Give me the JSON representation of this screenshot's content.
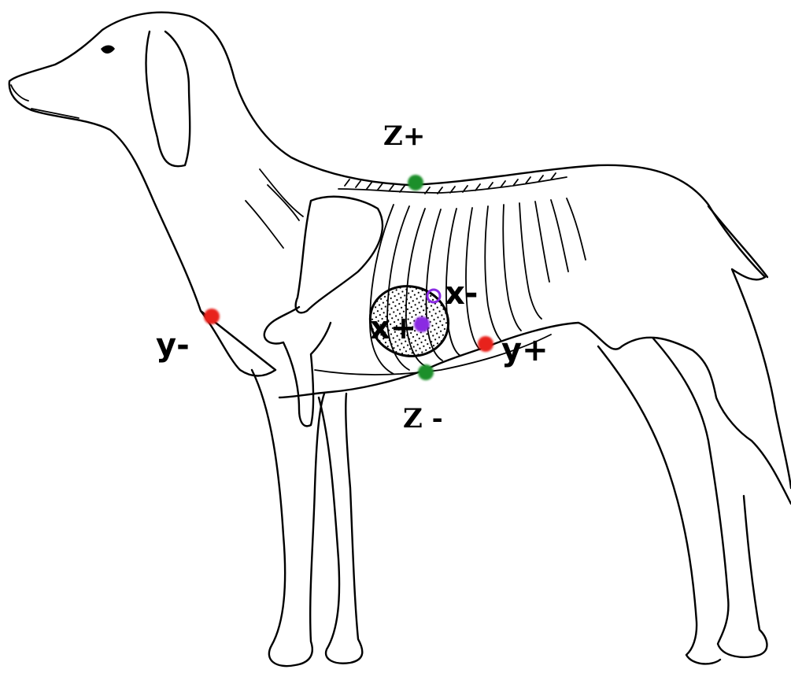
{
  "labels": {
    "z_plus": "Z+",
    "z_minus": "Z -",
    "y_minus": "y-",
    "y_plus": "y+",
    "x_minus": "x-",
    "x_plus": "x+"
  },
  "colors": {
    "z_electrode": "#1f8f2a",
    "y_electrode": "#e8201c",
    "x_electrode": "#8a2be2",
    "outline": "#000000",
    "background": "#ffffff"
  }
}
